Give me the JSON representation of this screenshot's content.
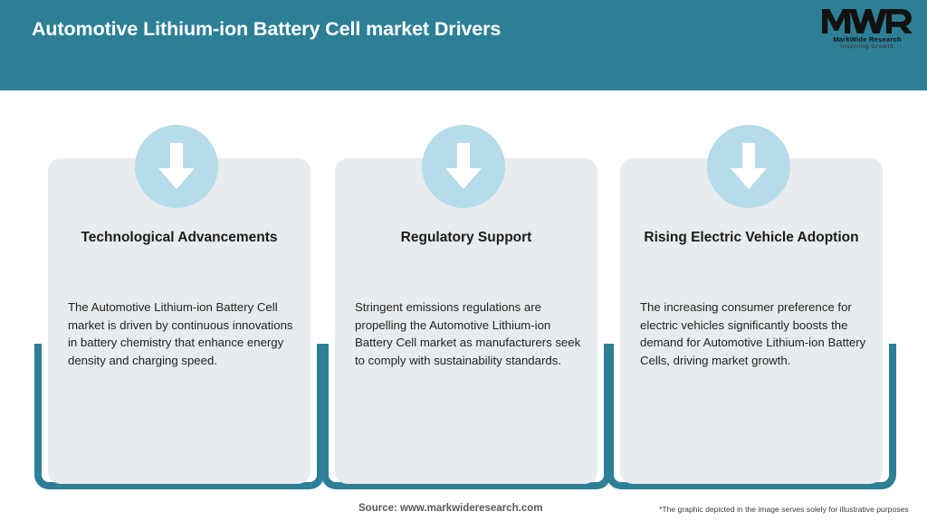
{
  "header": {
    "title": "Automotive Lithium-ion Battery Cell market Drivers",
    "background_color": "#2d7f96",
    "title_color": "#ffffff"
  },
  "logo": {
    "monogram": "MWR",
    "name": "MarkWide Research",
    "tagline": "Inspiring Growth"
  },
  "cards": [
    {
      "icon": "down-arrow-icon",
      "heading": "Technological Advancements",
      "body": "The Automotive Lithium-ion Battery Cell market is driven by continuous innovations in battery chemistry that enhance energy density and charging speed."
    },
    {
      "icon": "down-arrow-icon",
      "heading": "Regulatory Support",
      "body": "Stringent emissions regulations are propelling the Automotive Lithium-ion Battery Cell market as manufacturers seek to comply with sustainability standards."
    },
    {
      "icon": "down-arrow-icon",
      "heading": "Rising Electric Vehicle Adoption",
      "body": "The increasing consumer preference for electric vehicles significantly boosts the demand for Automotive Lithium-ion Battery Cells, driving market growth."
    }
  ],
  "footer": {
    "source": "Source: www.markwideresearch.com",
    "disclaimer": "*The graphic depicted in the image serves solely for illustrative purposes"
  },
  "colors": {
    "accent_teal": "#2d7f96",
    "card_grey": "#e9ecee",
    "badge_blue": "#b6dcea",
    "arrow_white": "#ffffff"
  }
}
